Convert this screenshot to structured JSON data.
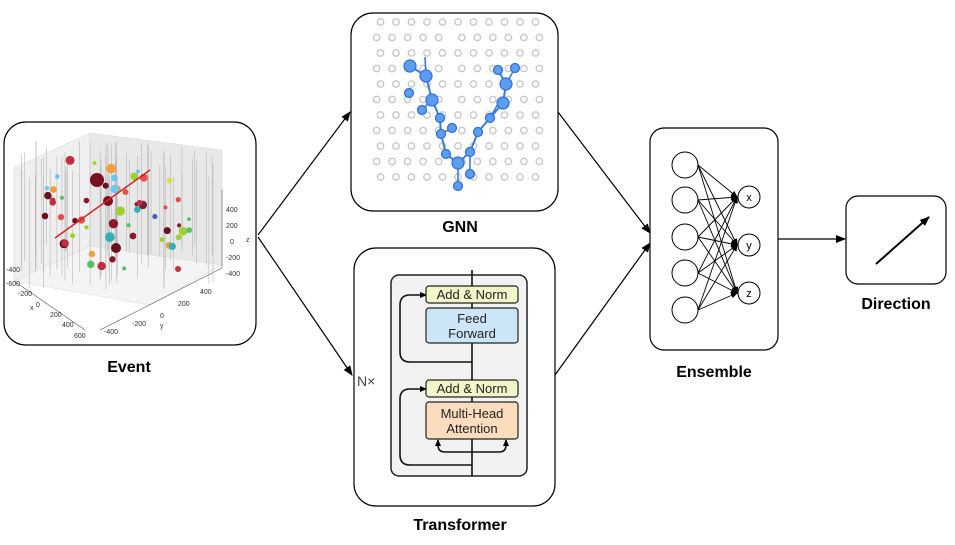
{
  "labels": {
    "event": "Event",
    "gnn": "GNN",
    "transformer": "Transformer",
    "ensemble": "Ensemble",
    "direction": "Direction"
  },
  "transformer_block": {
    "repeat": "N×",
    "add_norm_top": "Add & Norm",
    "feed_forward_1": "Feed",
    "feed_forward_2": "Forward",
    "add_norm_bottom": "Add & Norm",
    "attention_1": "Multi-Head",
    "attention_2": "Attention"
  },
  "ensemble_outputs": [
    "x",
    "y",
    "z"
  ],
  "event_plot": {
    "x_ticks": [
      "-600",
      "-400",
      "-200",
      "0",
      "200",
      "400",
      "600"
    ],
    "y_ticks": [
      "-400",
      "-200",
      "0",
      "200",
      "400"
    ],
    "z_ticks": [
      "400",
      "200",
      "0",
      "-200",
      "-400"
    ],
    "x_label": "x",
    "y_label": "y",
    "z_label": "z"
  },
  "colors": {
    "box_border": "#000000",
    "gnn_blue": "#4a8de8",
    "gnn_grey": "#c8c8c8",
    "add_norm_fill": "#f2f5c8",
    "feed_forward_fill": "#cce6f8",
    "attention_fill": "#fbdcbc",
    "track_red": "#d62020"
  },
  "icons": [
    "arrow-icon",
    "neural-network-icon"
  ]
}
